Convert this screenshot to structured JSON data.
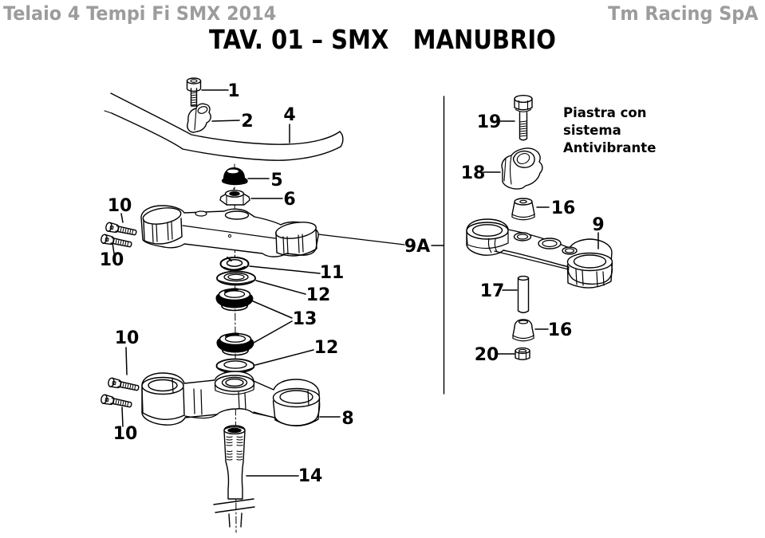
{
  "header": {
    "left": "Telaio 4 Tempi Fi SMX 2014",
    "right": "Tm Racing SpA"
  },
  "title": "TAV. 01 – SMX   MANUBRIO",
  "note": {
    "line1": "Piastra con",
    "line2": "sistema",
    "line3": "Antivibrante"
  },
  "colors": {
    "header_gray": "#9c9c9c",
    "ink": "#000000",
    "background": "#ffffff"
  },
  "callouts": {
    "c1": "1",
    "c2": "2",
    "c4": "4",
    "c5": "5",
    "c6": "6",
    "c8": "8",
    "c9": "9",
    "c9a": "9A",
    "c10a": "10",
    "c10b": "10",
    "c10c": "10",
    "c10d": "10",
    "c11": "11",
    "c12a": "12",
    "c12b": "12",
    "c13": "13",
    "c14": "14",
    "c16a": "16",
    "c16b": "16",
    "c17": "17",
    "c18": "18",
    "c19": "19",
    "c20": "20"
  }
}
